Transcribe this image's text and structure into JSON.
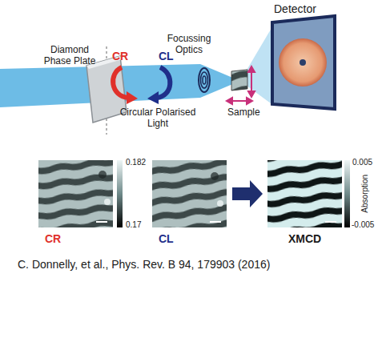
{
  "diagram": {
    "caption": "C. Donnelly, et al., Phys. Rev. B 94, 179903 (2016)",
    "labels": [
      "Detector",
      "Diamond Phase Plate",
      "Focussing Optics",
      "CR",
      "CL",
      "Circular Polarised Light",
      "Sample",
      "0.182",
      "0.17",
      "CR",
      "CL",
      "0.005",
      "-0.005",
      "Absorption",
      "XMCD"
    ]
  }
}
